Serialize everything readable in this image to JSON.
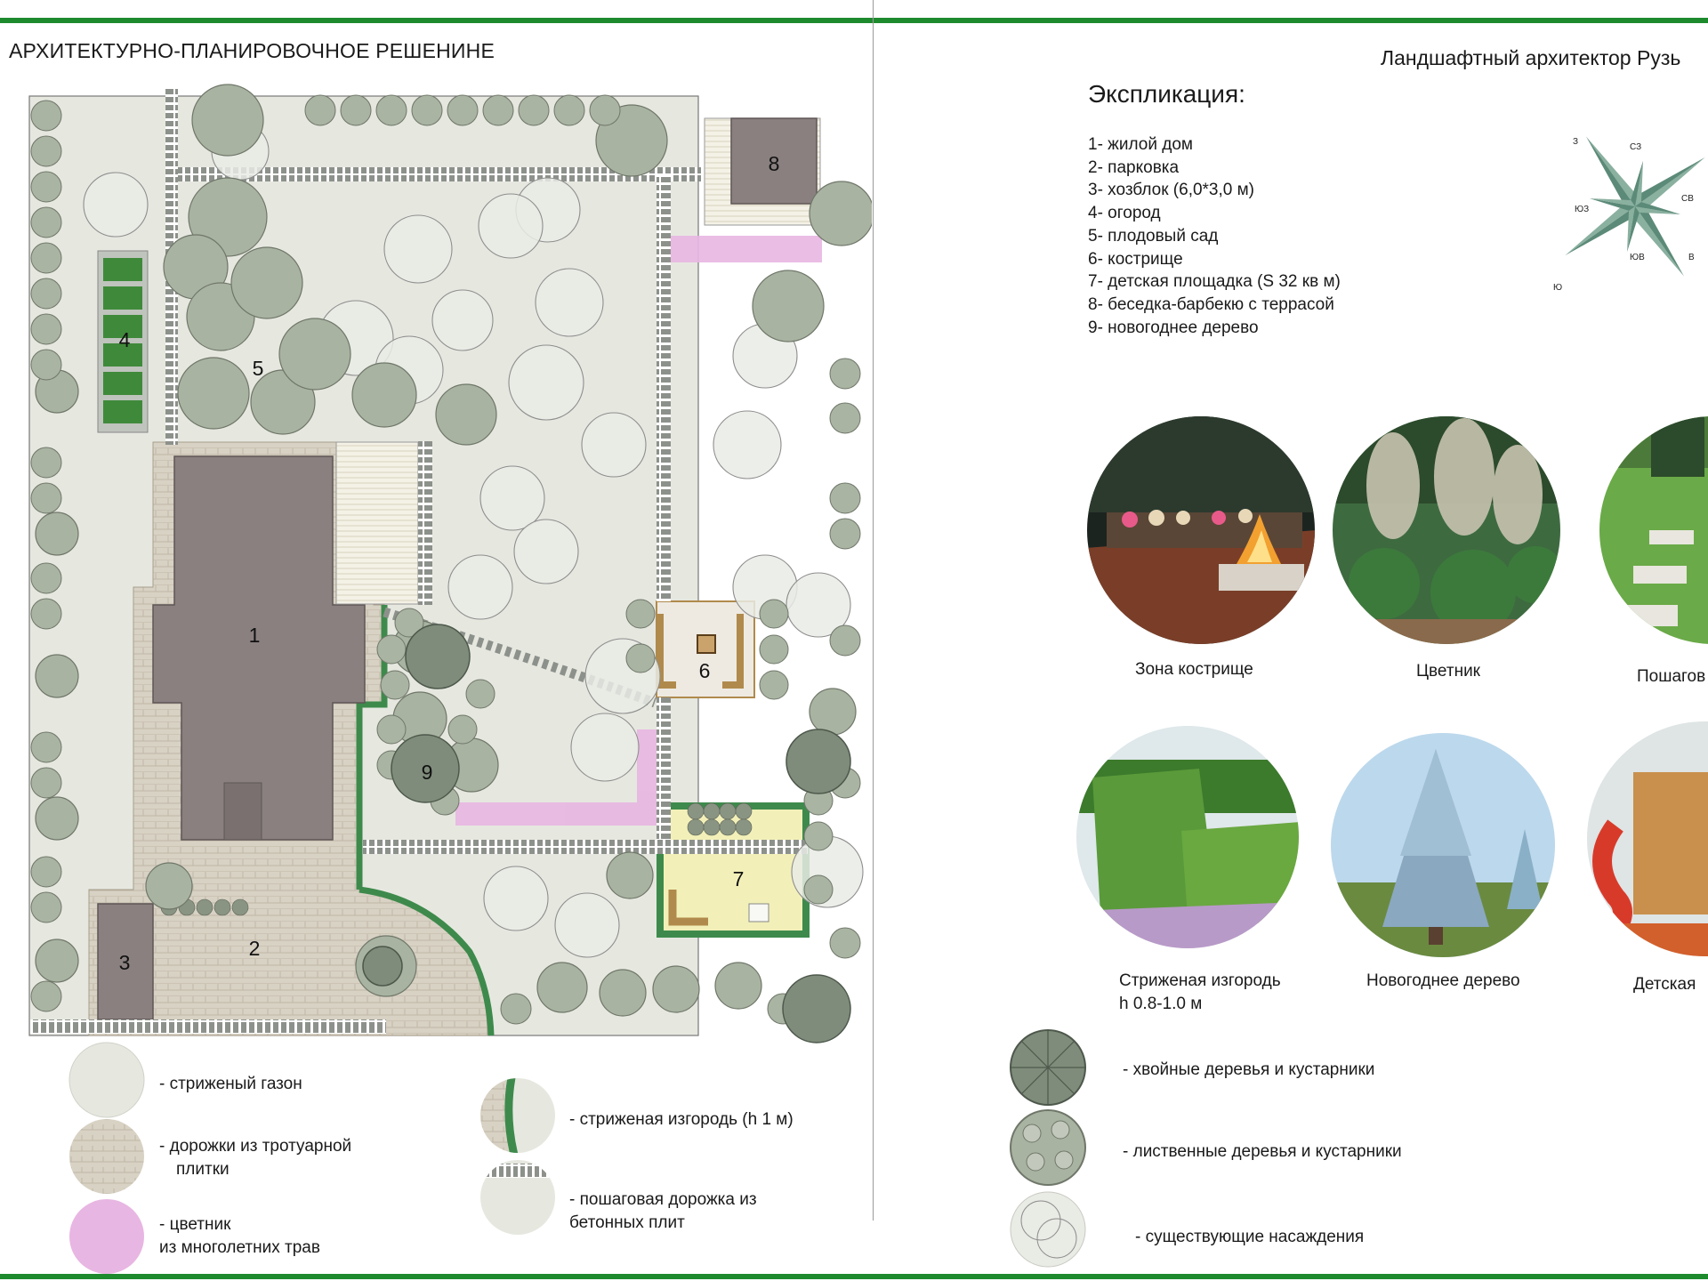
{
  "titles": {
    "plan": "АРХИТЕКТУРНО-ПЛАНИРОВОЧНОЕ РЕШЕНИНЕ",
    "author": "Ландшафтный архитектор Рузь"
  },
  "explication": {
    "heading": "Экспликация:",
    "items": [
      "1- жилой дом",
      "2- парковка",
      "3- хозблок (6,0*3,0 м)",
      "4- огород",
      "5- плодовый сад",
      "6- кострище",
      "7- детская площадка (S 32 кв м)",
      "8- беседка-барбекю с террасой",
      "9- новогоднее дерево"
    ]
  },
  "compass": {
    "labels": [
      "З",
      "СЗ",
      "СВ",
      "В",
      "ЮВ",
      "Ю",
      "ЮЗ"
    ]
  },
  "photos": [
    {
      "caption": "Зона кострище"
    },
    {
      "caption": "Цветник"
    },
    {
      "caption": "Пошагов"
    },
    {
      "caption": "Стриженая изгородь",
      "caption2": "h 0.8-1.0 м"
    },
    {
      "caption": "Новогоднее дерево"
    },
    {
      "caption": "Детская"
    }
  ],
  "plan_labels": [
    "1",
    "2",
    "3",
    "4",
    "5",
    "6",
    "7",
    "8",
    "9"
  ],
  "legend": {
    "lawn": "- стриженый газон",
    "paving_1": "- дорожки из тротуарной",
    "paving_2": "плитки",
    "flowerbed_1": "- цветник",
    "flowerbed_2": "из многолетних трав",
    "hedge": "- стриженая изгородь (h 1 м)",
    "stepping_1": "- пошаговая дорожка из",
    "stepping_2": "бетонных плит",
    "conifer": "- хвойные деревья и кустарники",
    "deciduous": "- лиственные деревья и кустарники",
    "existing": "- существующие насаждения"
  },
  "colors": {
    "accent": "#1e8a2e",
    "lawn": "#e6e8e0",
    "paving": "#d8d2c4",
    "house": "#8a8080",
    "flowerbed": "#e8b6e2",
    "hedge": "#3e8a4c",
    "playground": "#f2f0b8",
    "tree": "#a9b3a2",
    "garden_bed": "#3f8a3a"
  }
}
